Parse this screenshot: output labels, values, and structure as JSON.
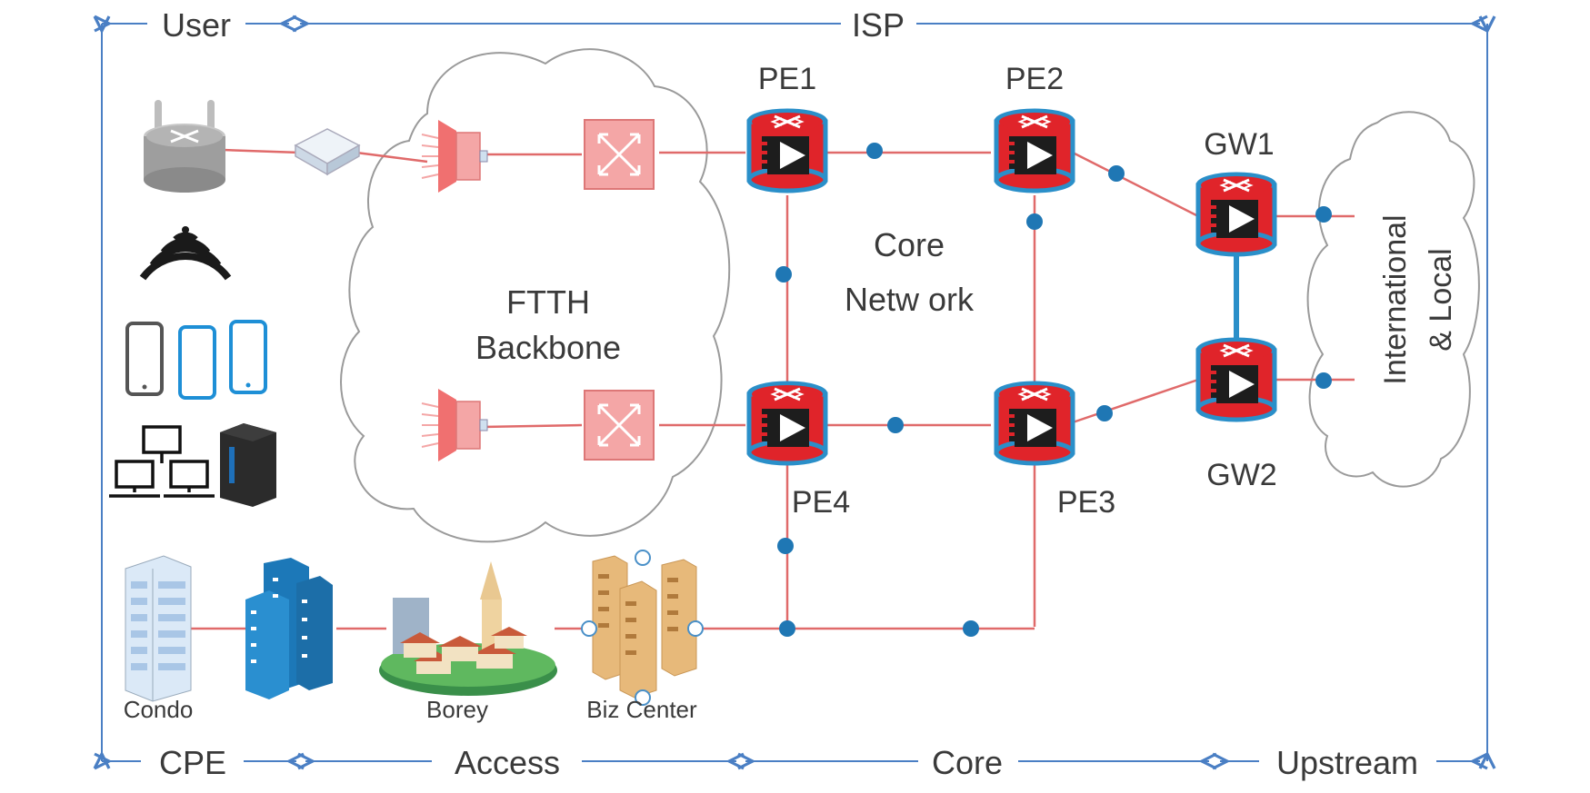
{
  "colors": {
    "bracket": "#4a7fc4",
    "link": "#e06a6a",
    "dot": "#1f77b4",
    "router_red": "#e0242a",
    "router_blue": "#2a8fc9",
    "cloud_stroke": "#9a9a9a",
    "switch_fill": "#f4a6a6"
  },
  "top_sections": {
    "user": "User",
    "isp": "ISP"
  },
  "bottom_sections": {
    "cpe": "CPE",
    "access": "Access",
    "core": "Core",
    "upstream": "Upstream"
  },
  "clouds": {
    "ftth": [
      "FTTH",
      "Backbone"
    ],
    "core": [
      "Core",
      "Netw ork"
    ],
    "upstream": [
      "International",
      "& Local"
    ]
  },
  "routers": {
    "pe1": "PE1",
    "pe2": "PE2",
    "pe3": "PE3",
    "pe4": "PE4",
    "gw1": "GW1",
    "gw2": "GW2"
  },
  "sites": {
    "condo": "Condo",
    "borey": "Borey",
    "biz": "Biz Center"
  },
  "icons": [
    "wifi-router-icon",
    "onu-device-icon",
    "wifi-signal-icon",
    "smartphone-icon",
    "computer-network-icon",
    "server-icon",
    "olt-icon",
    "switch-icon",
    "router-icon",
    "condo-building-icon",
    "office-building-icon",
    "borey-village-icon",
    "biz-center-icon"
  ]
}
